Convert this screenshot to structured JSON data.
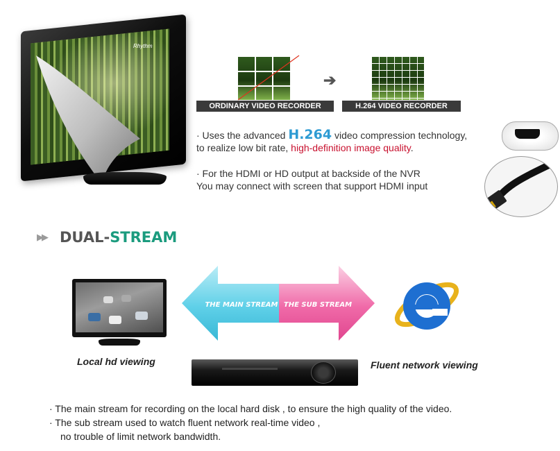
{
  "tv": {
    "brand": "Rhythm"
  },
  "comparison": {
    "left_label": "ORDINARY VIDEO RECORDER",
    "right_label": "H.264 VIDEO RECORDER",
    "arrow": "➔"
  },
  "features": {
    "b1": {
      "bullet": "·",
      "pre": " Uses the advanced ",
      "highlight": "H.264",
      "post": " video compression technology,",
      "line2_pre": "  to realize low bit rate, ",
      "line2_red": "high-definition image quality",
      "line2_post": "."
    },
    "b2": {
      "bullet": "·",
      "line1": " For the HDMI or HD output at backside of the NVR",
      "line2": "  You may connect with screen that support HDMI input"
    }
  },
  "dual_stream": {
    "icon": "▶▶",
    "title_a": "DUAL-",
    "title_b": "STREAM",
    "main_stream": "THE MAIN STREAM",
    "sub_stream": "THE SUB STREAM",
    "local_label": "Local hd viewing",
    "fluent_label": "Fluent network viewing"
  },
  "notes": {
    "n1": "·  The main stream for recording on the local hard disk , to ensure the high quality of the video.",
    "n2": "·  The sub stream used to watch fluent network real-time video ,",
    "n3": "no trouble of limit network bandwidth."
  },
  "colors": {
    "h264_blue": "#2e9bd3",
    "hd_red": "#c8102e",
    "stream_teal": "#1b9b7e",
    "main_arrow": "#5fd0e8",
    "sub_arrow": "#f06aa8"
  },
  "icons": [
    "tv-icon",
    "hdmi-port-icon",
    "hdmi-cable-icon",
    "monitor-icon",
    "internet-explorer-icon",
    "nvr-device-icon"
  ]
}
